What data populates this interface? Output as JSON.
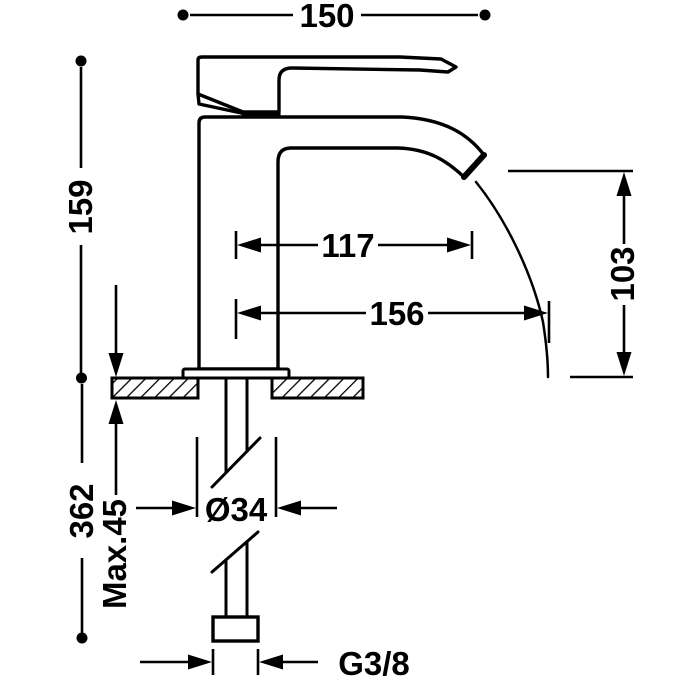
{
  "drawing": {
    "units_implied": "mm",
    "colors": {
      "line": "#000000",
      "background": "#ffffff"
    },
    "dimensions": {
      "overall_reach_top": "150",
      "body_height": "159",
      "spout_outlet_reach": "117",
      "stream_reach": "156",
      "outlet_height": "103",
      "total_depth_below": "362",
      "max_deck_thickness": "Max.45",
      "hole_diameter": "Ø34",
      "supply_thread": "G3/8"
    }
  }
}
